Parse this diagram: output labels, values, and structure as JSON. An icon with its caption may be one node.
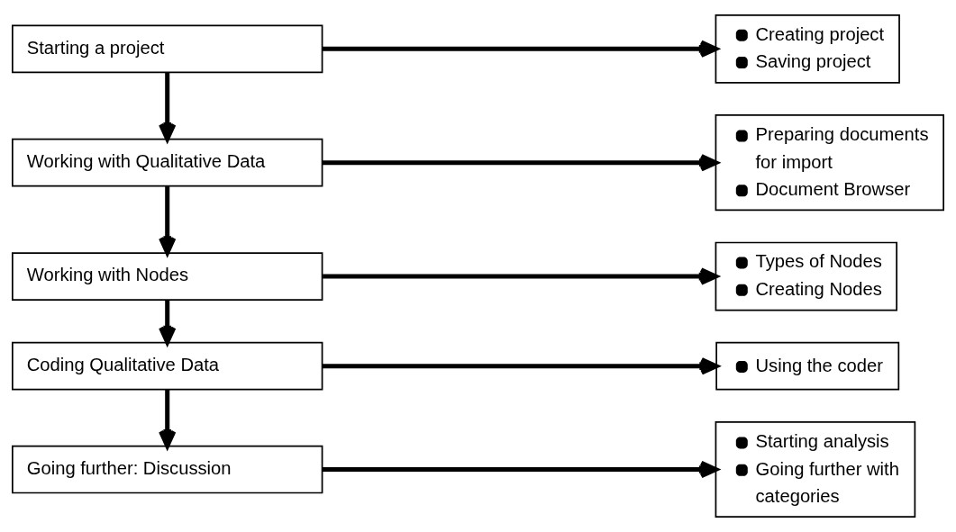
{
  "diagram": {
    "nodes": [
      {
        "text": [
          "Starting a project"
        ]
      },
      {
        "text": [
          "Working with Qualitative Data"
        ]
      },
      {
        "text": [
          "Working with Nodes"
        ]
      },
      {
        "text": [
          "Coding Qualitative Data"
        ]
      },
      {
        "text": [
          "Going further: Discussion"
        ]
      },
      {
        "text": [
          "Creating project",
          "Saving project"
        ]
      },
      {
        "text": [
          "Preparing documents for import",
          "Document Browser"
        ]
      },
      {
        "text": [
          "Types of Nodes",
          "Creating Nodes"
        ]
      },
      {
        "text": [
          "Using the coder"
        ]
      },
      {
        "text": [
          "Starting analysis",
          "Going further with categories"
        ]
      }
    ],
    "edges": [
      {
        "from": 0,
        "to": 5,
        "arrow": "to"
      },
      {
        "from": 0,
        "to": 1,
        "arrow": "to"
      },
      {
        "from": 1,
        "to": 6,
        "arrow": "to"
      },
      {
        "from": 1,
        "to": 2,
        "arrow": "to"
      },
      {
        "from": 2,
        "to": 7,
        "arrow": "to"
      },
      {
        "from": 2,
        "to": 3,
        "arrow": "to"
      },
      {
        "from": 3,
        "to": 8,
        "arrow": "to"
      },
      {
        "from": 3,
        "to": 4,
        "arrow": "to"
      },
      {
        "from": 4,
        "to": 9,
        "arrow": "to"
      }
    ]
  }
}
